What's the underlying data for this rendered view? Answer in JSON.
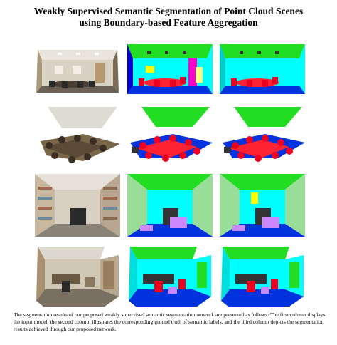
{
  "title": {
    "line1": "Weakly Supervised Semantic Segmentation of Point Cloud Scenes",
    "line2": "using Boundary-based Feature Aggregation"
  },
  "columns": [
    {
      "id": "input",
      "icon": "input-point-cloud-image"
    },
    {
      "id": "ground-truth",
      "icon": "ground-truth-segmentation-image"
    },
    {
      "id": "ours",
      "icon": "predicted-segmentation-image"
    }
  ],
  "rows": [
    {
      "id": "scene-1",
      "kind": "office-room"
    },
    {
      "id": "scene-2",
      "kind": "conference-room"
    },
    {
      "id": "scene-3",
      "kind": "library-corridor"
    },
    {
      "id": "scene-4",
      "kind": "office-corner"
    }
  ],
  "colors": {
    "ceiling": "#22dd22",
    "wall": "#00ffff",
    "floor": "#0033dd",
    "table": "#ff2233",
    "chair": "#ee0022",
    "door": "#ff00cc",
    "board": "#ffff00",
    "bookcase": "#99dd99",
    "clutter": "#333333",
    "column": "#cc88ff"
  },
  "caption": "The segmentation results of our proposed weakly supervised semantic segmentation network are presented as follows: The first column displays the input model, the second column illustrates the corresponding ground truth of semantic labels, and the third column depicts the segmentation results achieved through our proposed network."
}
